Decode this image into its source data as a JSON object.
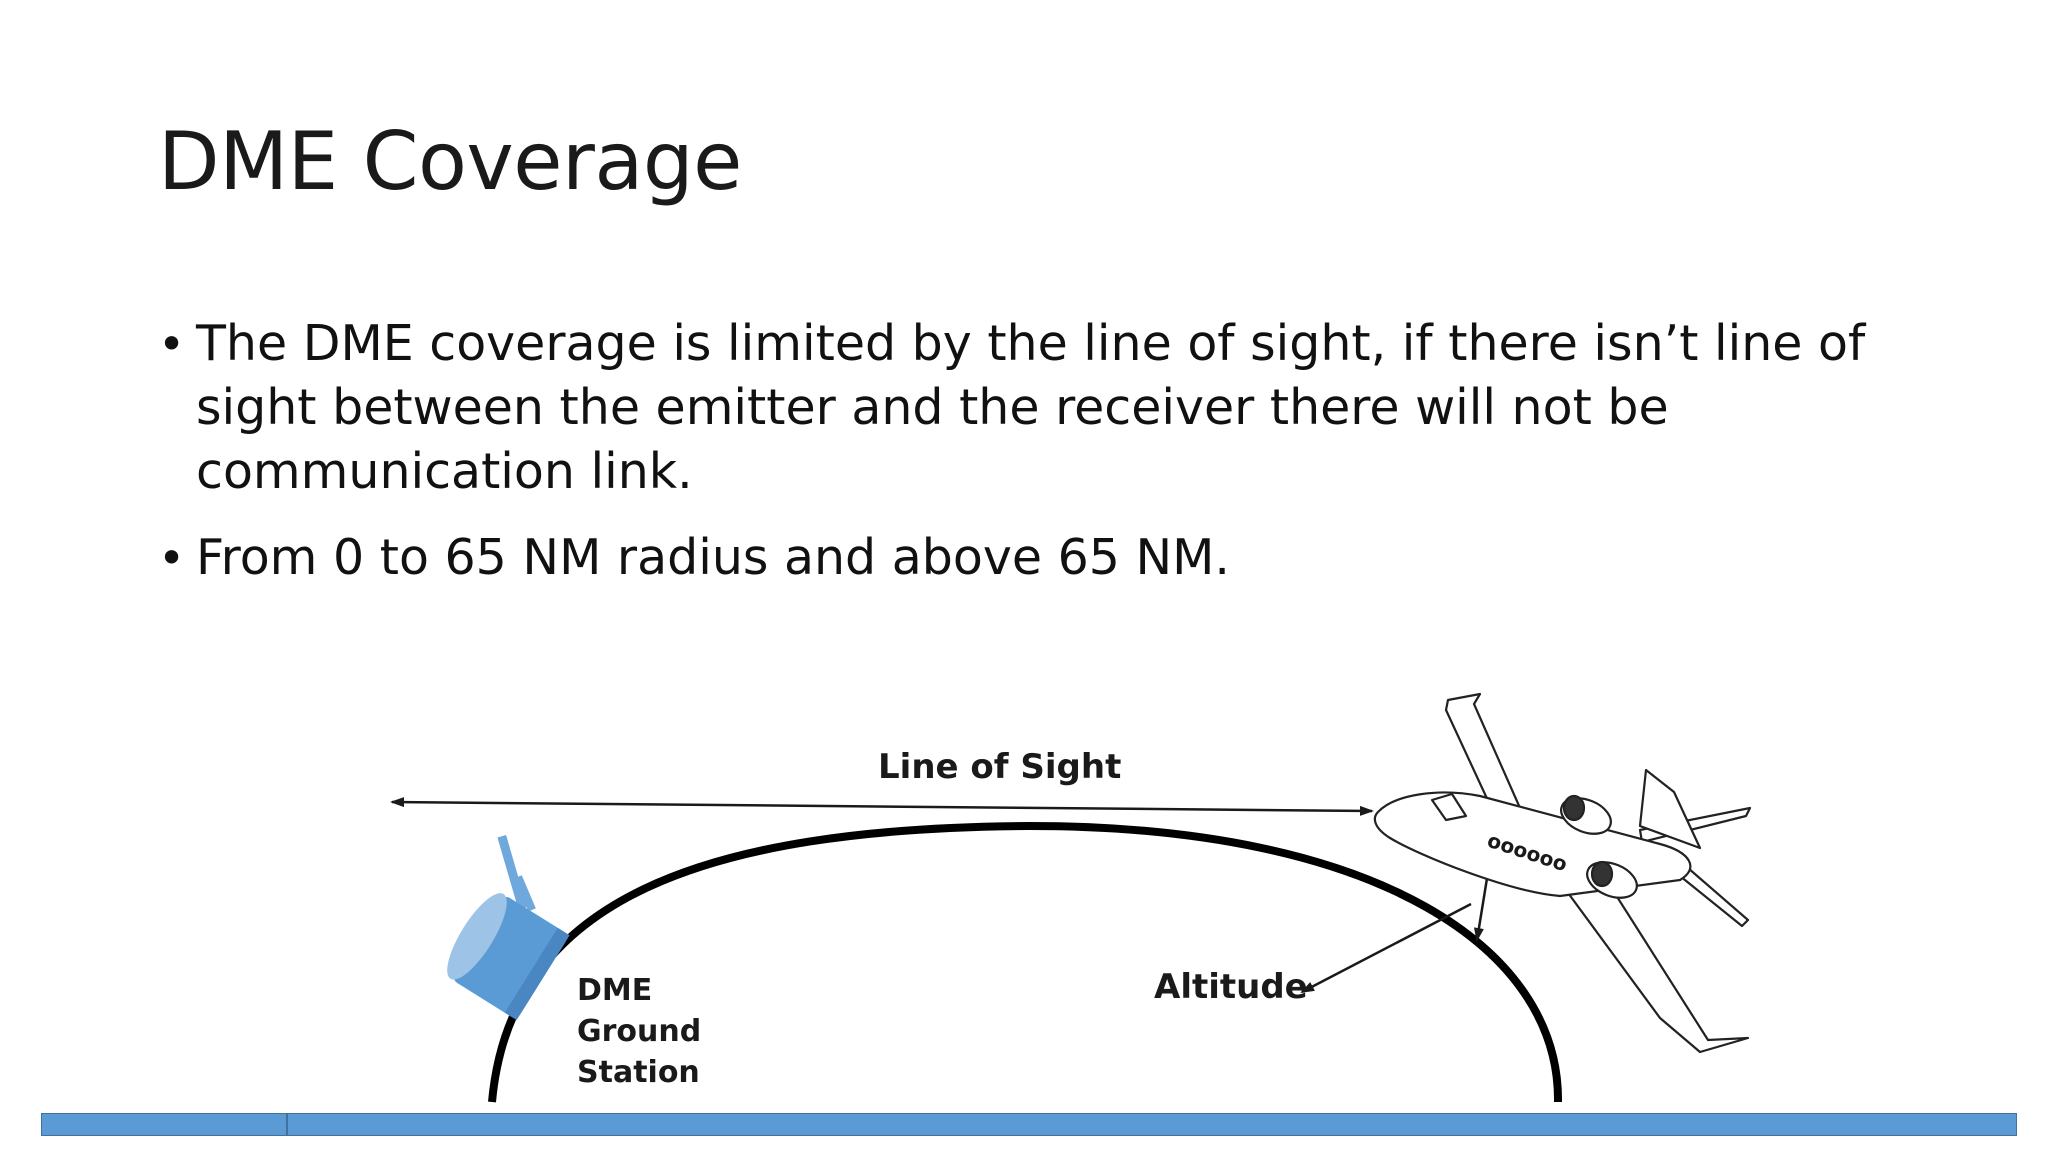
{
  "slide": {
    "title": "DME Coverage",
    "bullets": [
      "The DME coverage is limited by the line of sight, if there isn’t line of sight between the emitter and the receiver there will not be communication link.",
      "From 0 to 65 NM radius and above 65 NM."
    ]
  },
  "diagram": {
    "line_of_sight_label": "Line of Sight",
    "altitude_label": "Altitude",
    "station_label_lines": [
      "DME",
      "Ground",
      "Station"
    ],
    "aircraft_windows": "oooooo"
  },
  "colors": {
    "accent_blue": "#5b9bd5",
    "accent_blue_border": "#41719c",
    "station_blue": "#5b9bd5"
  },
  "icons": {
    "bullet": "•",
    "station": "dme-antenna-icon",
    "aircraft": "business-jet-icon"
  }
}
